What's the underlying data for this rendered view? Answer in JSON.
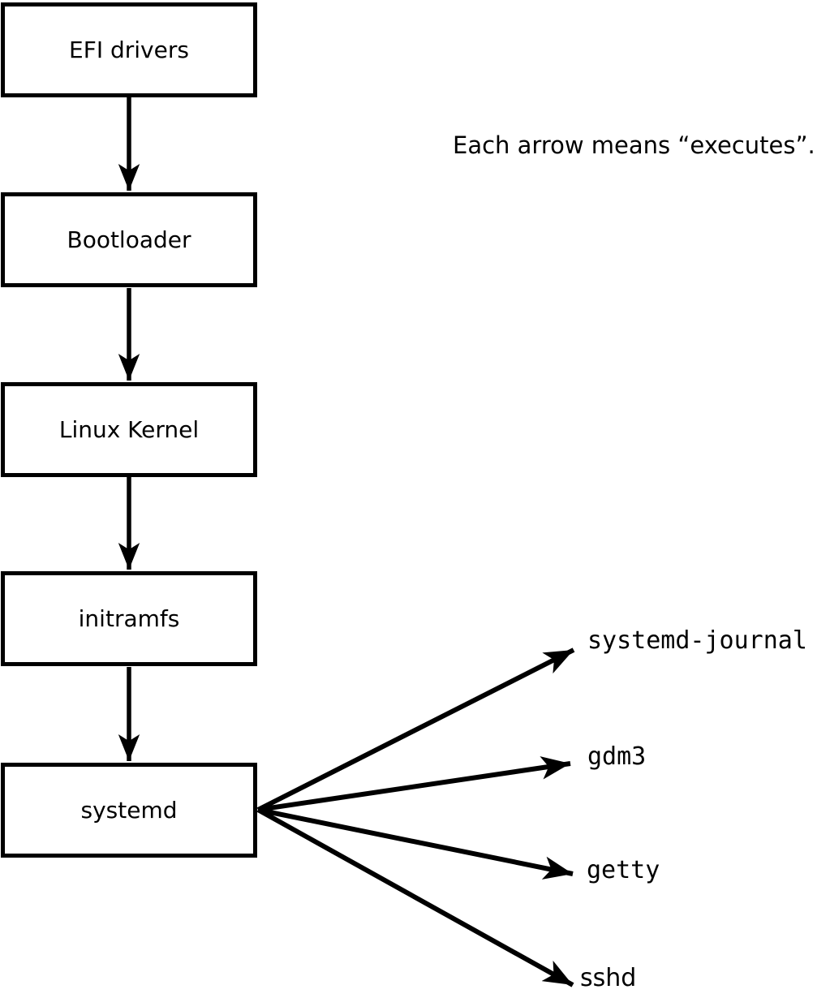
{
  "note": "Each arrow means “executes”.",
  "boxes": [
    {
      "label": "EFI drivers"
    },
    {
      "label": "Bootloader"
    },
    {
      "label": "Linux Kernel"
    },
    {
      "label": "initramfs"
    },
    {
      "label": "systemd"
    }
  ],
  "children": [
    {
      "label": "systemd-journal"
    },
    {
      "label": "gdm3"
    },
    {
      "label": "getty"
    },
    {
      "label": "sshd"
    }
  ],
  "colors": {
    "line": "#000000",
    "background": "#ffffff"
  }
}
